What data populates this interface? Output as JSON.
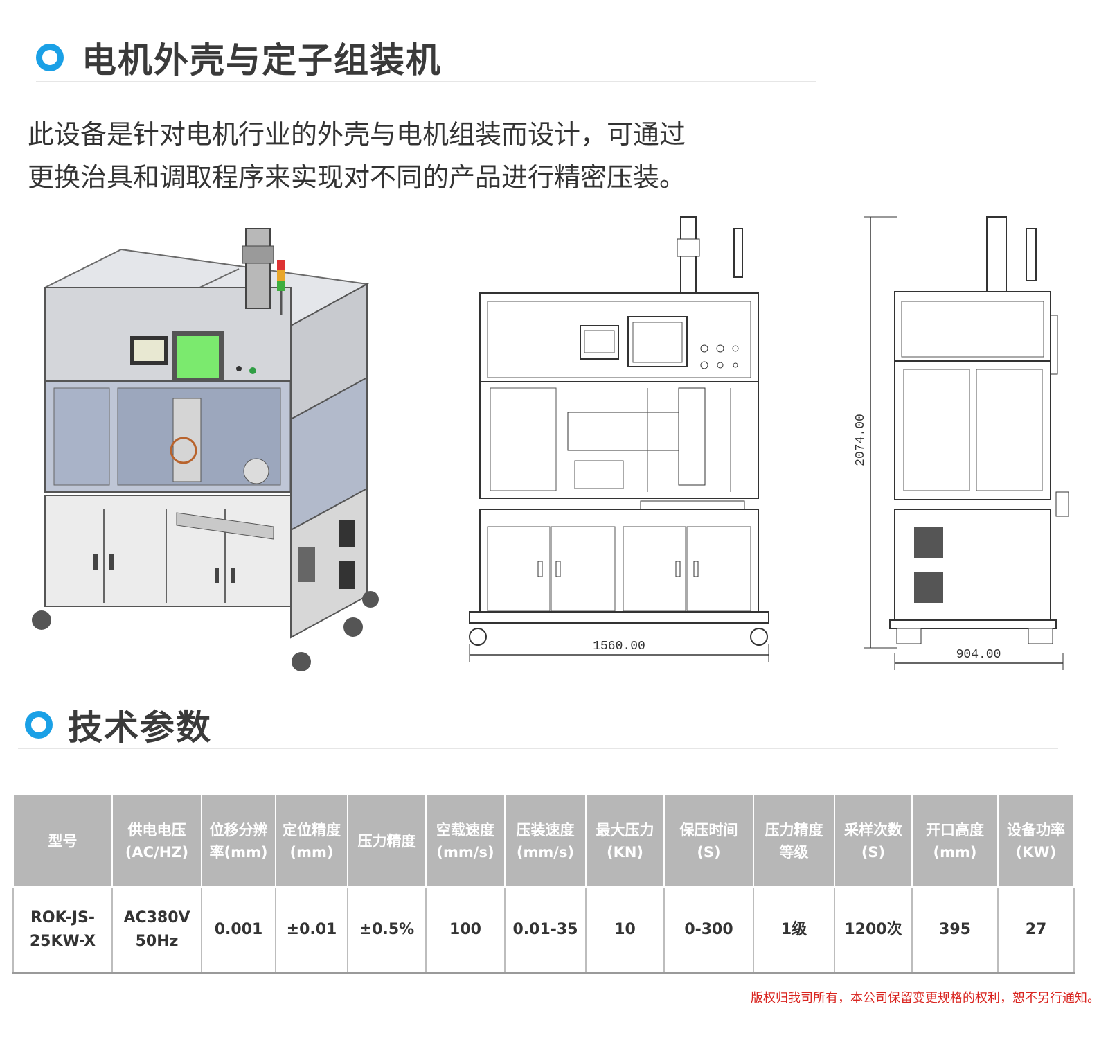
{
  "colors": {
    "accent": "#1aa0e6",
    "table_header_bg": "#b7b7b7",
    "copyright": "#d9241f",
    "screen_green": "#7bea6e"
  },
  "header": {
    "title": "电机外壳与定子组装机",
    "icon": "ring-icon"
  },
  "intro": {
    "line1": "此设备是针对电机行业的外壳与电机组装而设计，可通过",
    "line2": "更换治具和调取程序来实现对不同的产品进行精密压装。"
  },
  "drawings": {
    "front_width": "1560.00",
    "side_height": "2074.00",
    "side_depth": "904.00"
  },
  "specs": {
    "title": "技术参数",
    "icon": "ring-icon",
    "headers": [
      "型号",
      "供电电压\n(AC/HZ)",
      "位移分辨\n率(mm)",
      "定位精度\n(mm)",
      "压力精度",
      "空载速度\n(mm/s)",
      "压装速度\n(mm/s)",
      "最大压力\n(KN)",
      "保压时间\n(S)",
      "压力精度\n等级",
      "采样次数\n(S)",
      "开口高度\n(mm)",
      "设备功率\n(KW)"
    ],
    "row": [
      "ROK-JS-\n25KW-X",
      "AC380V\n50Hz",
      "0.001",
      "±0.01",
      "±0.5%",
      "100",
      "0.01-35",
      "10",
      "0-300",
      "1级",
      "1200次",
      "395",
      "27"
    ]
  },
  "footer": {
    "copyright": "版权归我司所有，本公司保留变更规格的权利，恕不另行通知。"
  }
}
